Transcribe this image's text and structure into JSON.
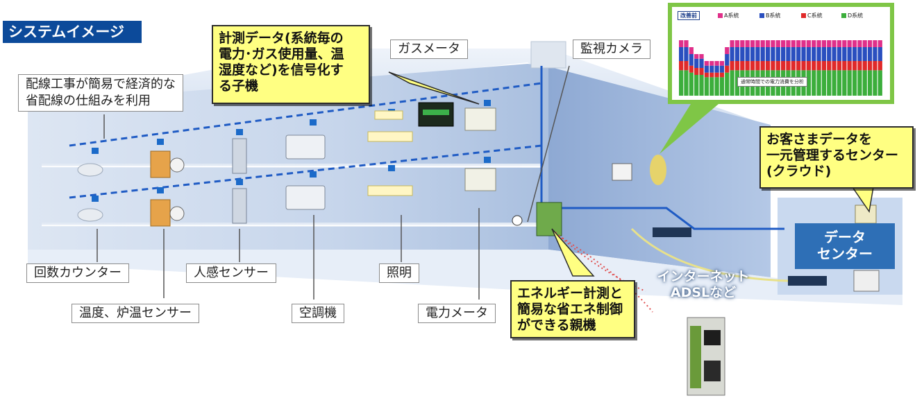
{
  "title": "システムイメージ",
  "labels": {
    "wiring": [
      "配線工事が簡易で経済的な",
      "省配線の仕組みを利用"
    ],
    "gas_meter": "ガスメータ",
    "camera": "監視カメラ",
    "counter": "回数カウンター",
    "motion_sensor": "人感センサー",
    "lighting": "照明",
    "temp_sensor": "温度、炉温センサー",
    "air_conditioner": "空調機",
    "power_meter": "電力メータ"
  },
  "callouts": {
    "measurement": [
      "計測データ(系統毎の",
      "電力･ガス使用量、温",
      "湿度など)を信号化す",
      "る子機"
    ],
    "parent": [
      "エネルギー計測と",
      "簡易な省エネ制御",
      "ができる親機"
    ],
    "cloud": [
      "お客さまデータを",
      "一元管理するセンター",
      "(クラウド)"
    ]
  },
  "data_center": [
    "データ",
    "センター"
  ],
  "network": [
    "インターネット",
    "ADSLなど"
  ],
  "chart": {
    "prefix": "改善前",
    "legend": [
      {
        "name": "A系統",
        "color": "#e0308a"
      },
      {
        "name": "B系統",
        "color": "#2a4fbf"
      },
      {
        "name": "C系統",
        "color": "#e02a2a"
      },
      {
        "name": "D系統",
        "color": "#3cae3c"
      }
    ],
    "note": "通常時間での電力消費を分析"
  },
  "chart_data": {
    "type": "bar",
    "stacked": true,
    "series": [
      {
        "name": "A系統",
        "values": [
          3,
          3,
          3,
          2,
          2,
          2,
          2,
          2,
          2,
          3,
          3,
          3,
          3,
          3,
          3,
          3,
          3,
          3,
          3,
          3,
          3,
          3,
          3,
          3,
          3,
          3,
          3,
          3,
          3,
          3,
          3,
          3,
          3,
          3,
          3,
          3,
          3,
          3,
          3,
          3
        ]
      },
      {
        "name": "B系統",
        "values": [
          6,
          6,
          5,
          4,
          4,
          3,
          3,
          3,
          3,
          5,
          6,
          6,
          6,
          6,
          6,
          6,
          6,
          6,
          6,
          6,
          6,
          6,
          6,
          6,
          6,
          6,
          6,
          6,
          6,
          6,
          6,
          6,
          6,
          6,
          6,
          6,
          6,
          6,
          6,
          6
        ]
      },
      {
        "name": "C系統",
        "values": [
          4,
          4,
          3,
          3,
          3,
          2,
          2,
          2,
          2,
          3,
          4,
          4,
          4,
          4,
          4,
          4,
          4,
          4,
          4,
          4,
          4,
          4,
          4,
          4,
          4,
          4,
          4,
          4,
          4,
          4,
          4,
          4,
          4,
          4,
          4,
          4,
          4,
          4,
          4,
          4
        ]
      },
      {
        "name": "D系統",
        "values": [
          11,
          11,
          10,
          9,
          9,
          8,
          8,
          8,
          8,
          10,
          11,
          11,
          11,
          11,
          11,
          11,
          11,
          11,
          11,
          11,
          11,
          11,
          11,
          11,
          11,
          11,
          11,
          11,
          11,
          11,
          11,
          11,
          11,
          11,
          11,
          11,
          11,
          11,
          11,
          11
        ]
      }
    ],
    "ylim": [
      0,
      30
    ]
  },
  "colors": {
    "title_bg": "#0c4a9a",
    "callout_bg": "#ffff82",
    "building": "#c7d6ec",
    "wiring": "#1f5bc4",
    "frame_green": "#7fc646",
    "data_center": "#2e6fb6"
  }
}
